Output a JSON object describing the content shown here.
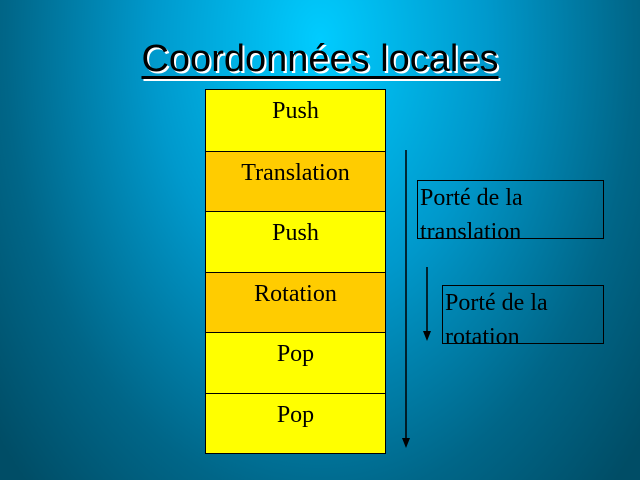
{
  "title": "Coordonnées locales",
  "stack": {
    "items": [
      {
        "label": "Push",
        "style": "light"
      },
      {
        "label": "Translation",
        "style": "dark"
      },
      {
        "label": "Push",
        "style": "light"
      },
      {
        "label": "Rotation",
        "style": "dark"
      },
      {
        "label": "Pop",
        "style": "light"
      },
      {
        "label": "Pop",
        "style": "light"
      }
    ]
  },
  "scopes": {
    "translation": {
      "line1": "Porté de la",
      "line2": "translation"
    },
    "rotation": {
      "line1": "Porté de la",
      "line2": "rotation"
    }
  },
  "colors": {
    "cell_light": "#ffff00",
    "cell_dark": "#ffcc00",
    "background_center": "#00ccff",
    "background_edge": "#004d66"
  }
}
